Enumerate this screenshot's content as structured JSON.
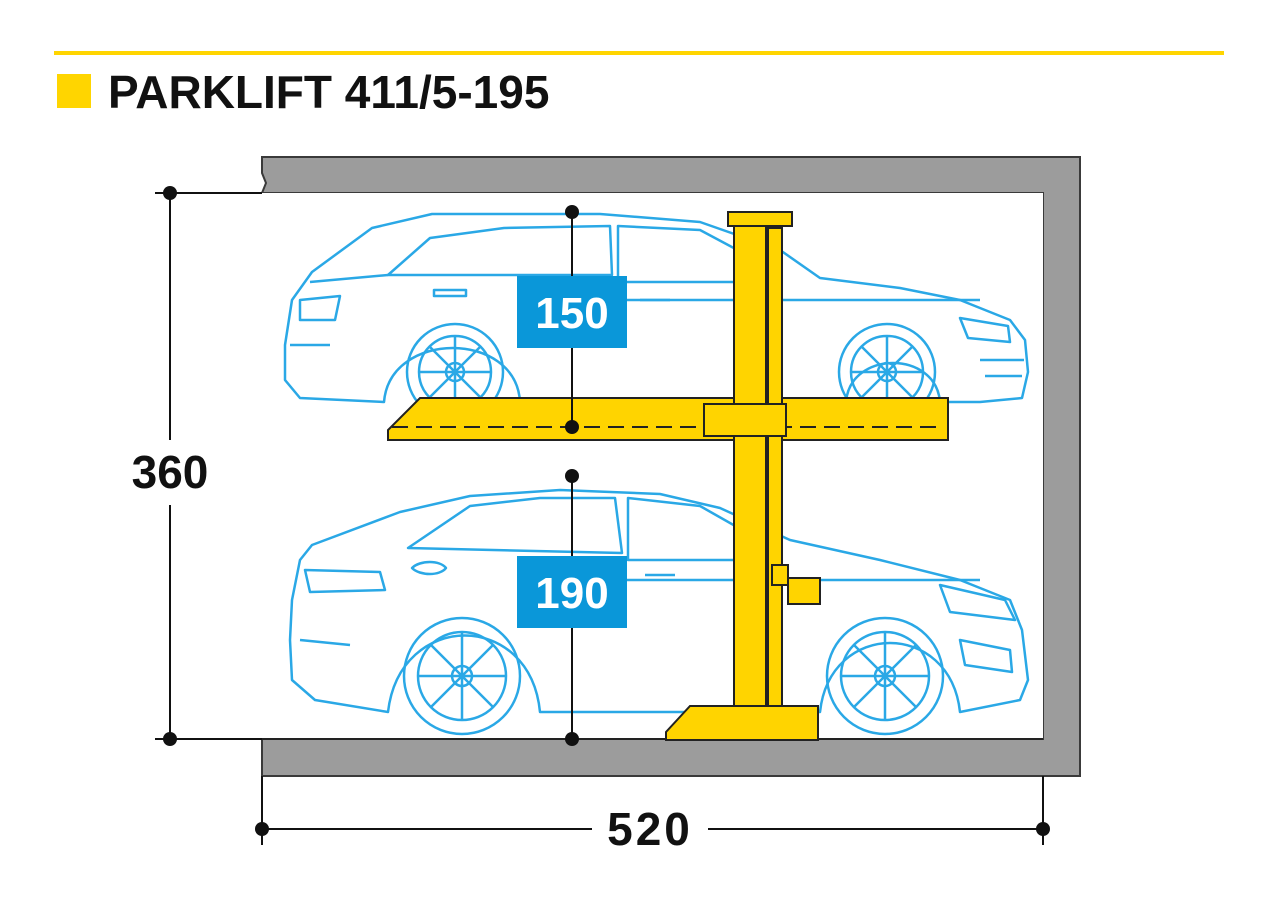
{
  "title": "PARKLIFT 411/5-195",
  "dimensions": {
    "total_height": "360",
    "upper_height": "150",
    "lower_height": "190",
    "width": "520"
  },
  "colors": {
    "accent_yellow": "#ffd500",
    "lift_yellow": "#ffd400",
    "car_blue": "#2aa8e6",
    "label_blue": "#0a97d9",
    "wall_gray": "#9c9c9c",
    "ink": "#111111"
  },
  "icons": {
    "upper_car": "station-wagon-car-icon",
    "lower_car": "suv-coupe-car-icon",
    "lift": "single-post-lift-icon"
  }
}
